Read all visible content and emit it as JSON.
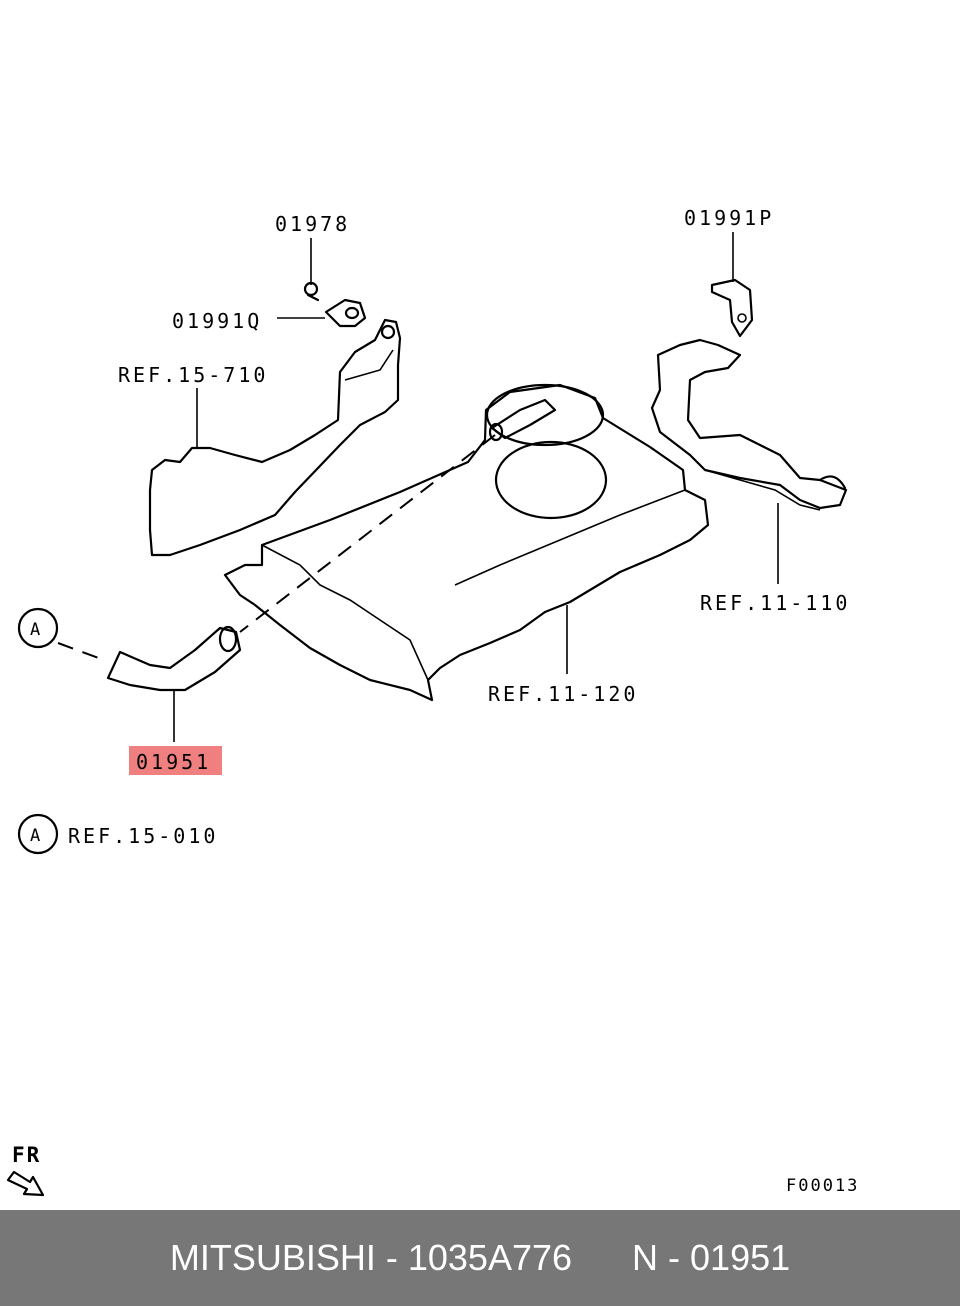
{
  "callouts": {
    "p01978": "01978",
    "p01991Q": "01991Q",
    "p01991P": "01991P",
    "ref15_710": "REF.15-710",
    "ref11_110": "REF.11-110",
    "ref11_120": "REF.11-120",
    "p01951": "01951",
    "circle_a": "A",
    "circle_a_legend": "A",
    "ref15_010": "REF.15-010"
  },
  "highlight_color": "#f08080",
  "fr_label": "FR",
  "figure_code": "F00013",
  "footer": {
    "brand": "MITSUBISHI",
    "part_number": "1035A776",
    "ref": "N - 01951",
    "separator": " - "
  },
  "colors": {
    "footer_bg": "#777777",
    "footer_text": "#ffffff"
  }
}
